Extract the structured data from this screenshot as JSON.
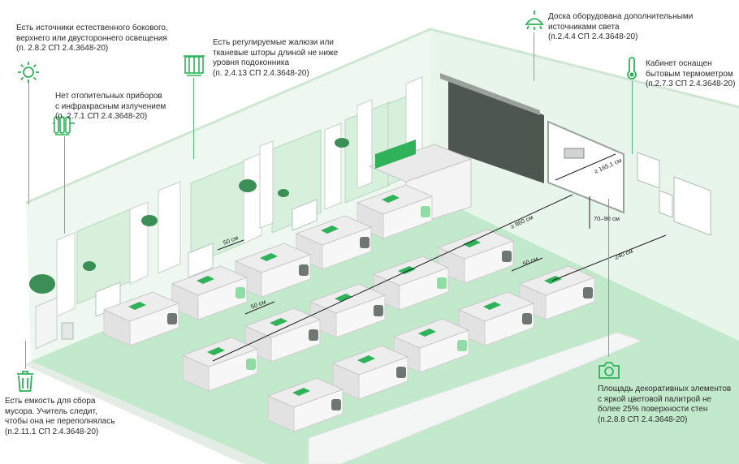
{
  "colors": {
    "accent": "#2fb25a",
    "floor": "#bfe8c8",
    "wall": "#e4f4e8",
    "desk": "#e8e8e8",
    "board": "#4d5750"
  },
  "annotations": [
    {
      "id": "lighting",
      "icon": "sun-icon",
      "lines": [
        "Есть источники естественного бокового,",
        "верхнего или двустороннего освещения",
        "(п. 2.8.2 СП 2.4.3648-20)"
      ]
    },
    {
      "id": "blinds",
      "icon": "blinds-icon",
      "lines": [
        "Есть регулируемые жалюзи или",
        "тканевые шторы длиной не ниже",
        "уровня подоконника",
        "(п. 2.4.13 СП 2.4.3648-20)"
      ]
    },
    {
      "id": "board-light",
      "icon": "lamp-icon",
      "lines": [
        "Доска оборудована дополнительными",
        "источниками света",
        "(п.2.4.4 СП 2.4.3648-20)"
      ]
    },
    {
      "id": "thermometer",
      "icon": "thermometer-icon",
      "lines": [
        "Кабинет оснащен",
        "бытовым термометром",
        "(п.2.7.3 СП 2.4.3648-20)"
      ]
    },
    {
      "id": "heaters",
      "icon": "radiator-icon",
      "lines": [
        "Нет отопительных приборов",
        "с инфракрасным излучением",
        "(п. 2.7.1 СП 2.4.3648-20)"
      ]
    },
    {
      "id": "trash",
      "icon": "trash-icon",
      "lines": [
        "Есть емкость для сбора",
        "мусора. Учитель следит,",
        "чтобы она не переполнялась",
        "(п.2.11.1 СП 2.4.3648-20)"
      ]
    },
    {
      "id": "decor",
      "icon": "camera-icon",
      "lines": [
        "Площадь декоративных элементов",
        "с яркой цветовой палитрой не",
        "более 25% поверхности стен",
        "(п.2.8.8 СП 2.4.3648-20)"
      ]
    }
  ],
  "dimensions": {
    "board_width": "≥ 165,1 см",
    "board_height": "70–90 см",
    "diagonal": "≥ 860 см",
    "board_distance": "240 см",
    "row_gap_right": "50 см",
    "row_gap_mid": "50 см",
    "row_gap_window": "50 см"
  }
}
